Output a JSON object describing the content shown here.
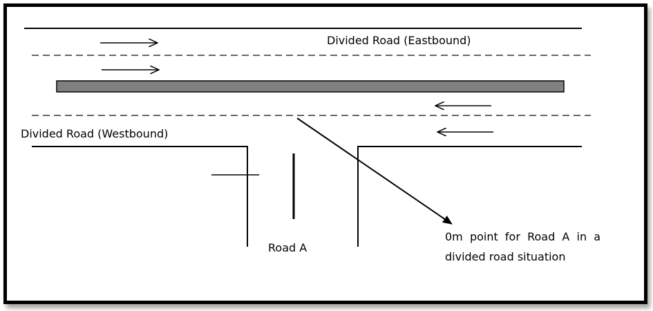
{
  "diagram": {
    "labels": {
      "eastbound": "Divided Road (Eastbound)",
      "westbound": "Divided Road (Westbound)",
      "road_a": "Road A",
      "callout_line1": "0m  point  for  Road  A  in  a",
      "callout_line2": "divided road situation"
    },
    "colors": {
      "stroke": "#000000",
      "median": "#808080",
      "frame": "#000000"
    },
    "traffic_directions": {
      "eastbound_lanes": [
        "east",
        "east"
      ],
      "westbound_lanes": [
        "west",
        "west"
      ]
    }
  }
}
